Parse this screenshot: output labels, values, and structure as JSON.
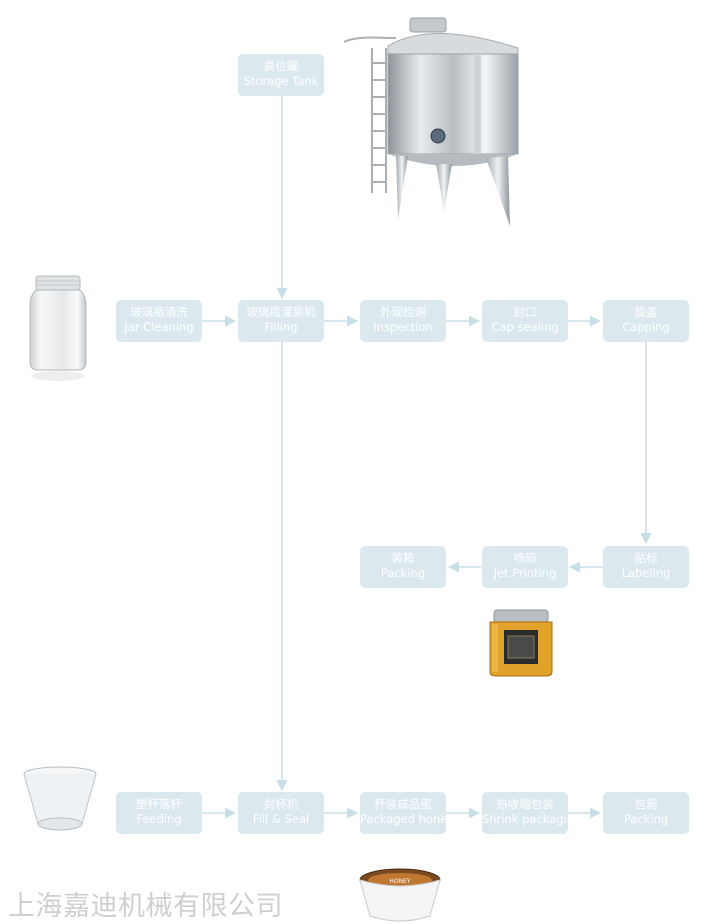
{
  "steps": {
    "storage": {
      "zh": "高位罐",
      "en": "Storage Tank"
    },
    "jar_cleaning": {
      "zh": "玻璃瓶清洗",
      "en": "Jar Cleaning"
    },
    "filling": {
      "zh": "玻璃瓶灌装机",
      "en": "Filling"
    },
    "inspection": {
      "zh": "外观检测",
      "en": "Inspection"
    },
    "cap_sealing": {
      "zh": "封口",
      "en": "Cap sealing"
    },
    "capping": {
      "zh": "旋盖",
      "en": "Capping"
    },
    "labeling": {
      "zh": "贴标",
      "en": "Labeling"
    },
    "jet_printing": {
      "zh": "喷码",
      "en": "Jet Printing"
    },
    "packing1": {
      "zh": "装箱",
      "en": "Packing"
    },
    "feeding": {
      "zh": "塑杯落杯",
      "en": "Feeding"
    },
    "fill_seal": {
      "zh": "封杯机",
      "en": "Fill & Seal"
    },
    "packaged_honey": {
      "zh": "杯装成品蜜",
      "en": "Packaged honey"
    },
    "shrink": {
      "zh": "热收缩包装",
      "en": "Shrink packaging"
    },
    "packing2": {
      "zh": "包箱",
      "en": "Packing"
    }
  },
  "cup_label": "HONEY",
  "watermark": "上海嘉迪机械有限公司",
  "colors": {
    "box": "#dbe9ef",
    "arrow": "#c9dfe8",
    "text": "#ffffff"
  }
}
